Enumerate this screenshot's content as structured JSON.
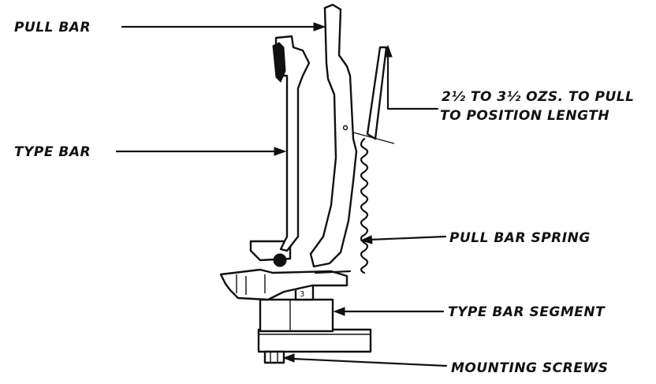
{
  "labels": {
    "pull_bar": "PULL BAR",
    "type_bar": "TYPE BAR",
    "tension_line1": "2½ TO 3½ OZS. TO PULL",
    "tension_line2": "TO POSITION LENGTH",
    "pull_bar_spring": "PULL BAR SPRING",
    "type_bar_segment": "TYPE BAR SEGMENT",
    "mounting_screws": "MOUNTING SCREWS"
  }
}
